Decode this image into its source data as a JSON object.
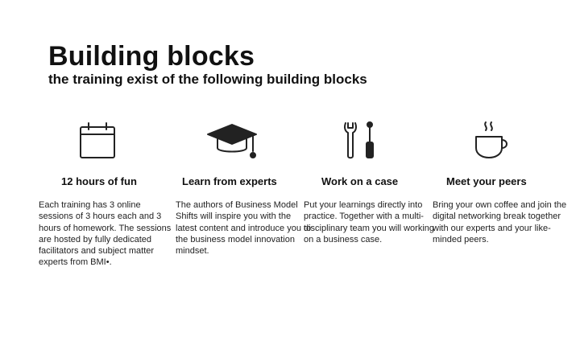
{
  "page": {
    "title": "Building blocks",
    "subtitle": "the training exist of the following building blocks"
  },
  "blocks": [
    {
      "icon": "calendar-icon",
      "heading": "12 hours of fun",
      "description": "Each training has 3 online sessions of 3 hours each and 3 hours of homework. The sessions are hosted by fully dedicated facilitators and subject matter experts from BMI•."
    },
    {
      "icon": "graduation-cap-icon",
      "heading": "Learn from experts",
      "description": "The authors of Business Model Shifts will inspire you with the latest content and introduce you to the business model innovation mindset."
    },
    {
      "icon": "wrench-screwdriver-icon",
      "heading": "Work on a case",
      "description": "Put your learnings directly into practice. Together with a multi-disciplinary team you will working on a business case."
    },
    {
      "icon": "coffee-cup-icon",
      "heading": "Meet your peers",
      "description": "Bring your own coffee and join the digital networking break together with our experts and your like-minded peers."
    }
  ],
  "colors": {
    "text": "#111111",
    "icon_stroke": "#222222",
    "background": "#ffffff"
  }
}
